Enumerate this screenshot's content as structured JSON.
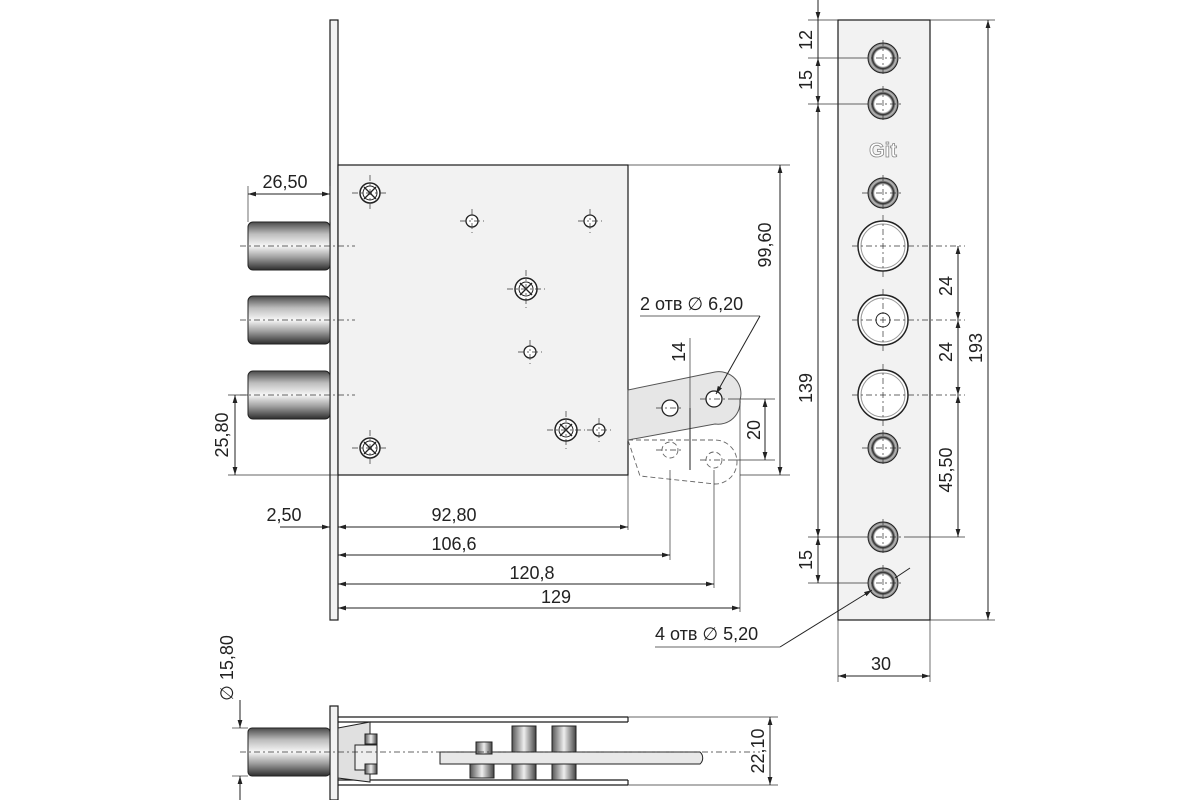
{
  "labels": {
    "bolt_width": "26,50",
    "case_height": "99,60",
    "hole_pair": "2 отв ∅ 6,20",
    "dim_14": "14",
    "dim_20": "20",
    "bolt_offset": "25,80",
    "face_thickness": "2,50",
    "case_depth": "92,80",
    "d_106": "106,6",
    "d_120": "120,8",
    "d_129": "129",
    "d_12": "12",
    "d_15_top": "15",
    "d_139": "139",
    "d_24_a": "24",
    "d_24_b": "24",
    "d_193": "193",
    "d_45": "45,50",
    "d_15_bot": "15",
    "hole_four": "4 отв ∅ 5,20",
    "strike_width": "30",
    "bolt_diam": "∅ 15,80",
    "body_thick": "22,10",
    "logo": "Git"
  },
  "colors": {
    "line": "#1a1a1a",
    "plate_fill": "#f2f2f2",
    "bolt_dark": "#3a3a3a",
    "bolt_light": "#f5f5f5"
  }
}
